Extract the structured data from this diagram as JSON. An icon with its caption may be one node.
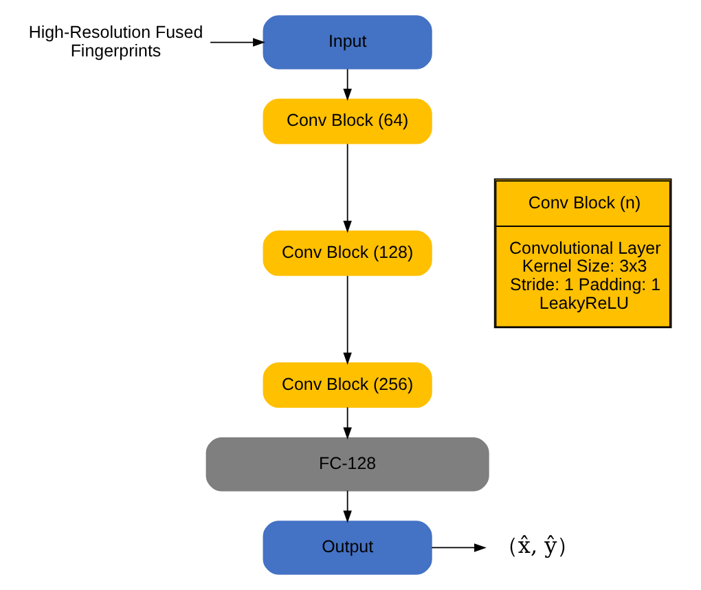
{
  "diagram": {
    "nodes": [
      {
        "text": [
          "Input"
        ]
      },
      {
        "text": [
          "Conv Block (64)"
        ]
      },
      {
        "text": [
          "Conv Block (128)"
        ]
      },
      {
        "text": [
          "Conv Block (256)"
        ]
      },
      {
        "text": [
          "FC-128"
        ]
      },
      {
        "text": [
          "Output"
        ]
      },
      {
        "text": [
          "High-Resolution Fused Fingerprints"
        ]
      },
      {
        "text": [
          "（x̂, ŷ）"
        ]
      },
      {
        "text": [
          "Conv Block (n)",
          "Convolutional Layer Kernel Size: 3x3 Stride: 1 Padding: 1 LeakyReLU"
        ]
      }
    ],
    "edges": [
      {
        "from": 6,
        "to": 0,
        "arrow": "to"
      },
      {
        "from": 0,
        "to": 1,
        "arrow": "to"
      },
      {
        "from": 1,
        "to": 2,
        "arrow": "to"
      },
      {
        "from": 2,
        "to": 3,
        "arrow": "to"
      },
      {
        "from": 3,
        "to": 4,
        "arrow": "to"
      },
      {
        "from": 4,
        "to": 5,
        "arrow": "to"
      },
      {
        "from": 5,
        "to": 7,
        "arrow": "to"
      }
    ]
  }
}
